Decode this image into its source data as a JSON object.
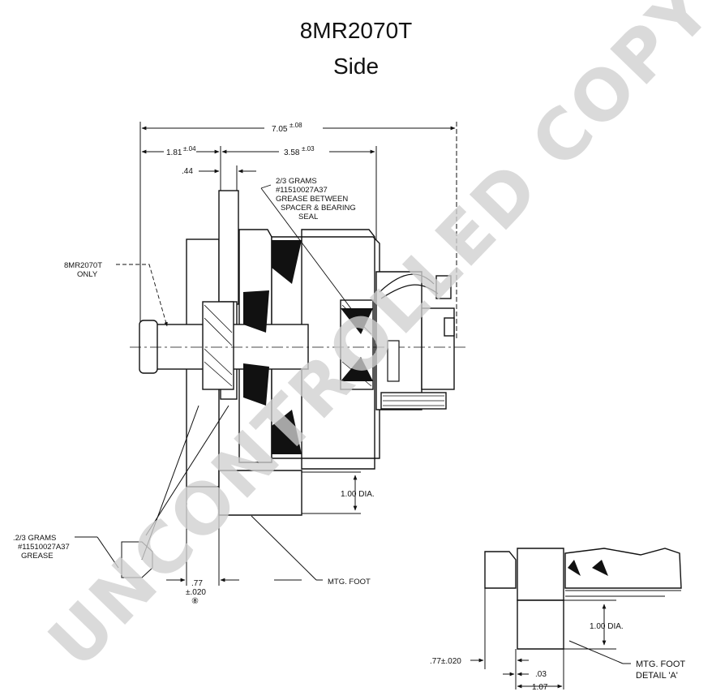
{
  "title": {
    "model": "8MR2070T",
    "view": "Side"
  },
  "dimensions": {
    "overall_length": "7.05",
    "overall_length_tol": "±.08",
    "front_offset": "1.81",
    "front_offset_tol": "±.04",
    "mid_length": "3.58",
    "mid_length_tol": "±.03",
    "pulley_offset": ".44",
    "foot_diameter": "1.00 DIA.",
    "foot_offset": ".77",
    "foot_offset_tol": "±.020",
    "foot_offset_note": "⑧",
    "detail_foot_diameter": "1.00 DIA.",
    "detail_foot_offset": ".77±.020",
    "detail_gap": ".03",
    "detail_width": "1.07"
  },
  "annotations": {
    "grease_top": [
      "2/3 GRAMS",
      "#11510027A37",
      "GREASE BETWEEN",
      "SPACER & BEARING",
      "SEAL"
    ],
    "model_only": [
      "8MR2070T",
      "ONLY"
    ],
    "grease_left": [
      ".2/3 GRAMS",
      "#11510027A37",
      "GREASE"
    ],
    "mtg_foot": "MTG. FOOT",
    "detail_a": [
      "MTG. FOOT",
      "DETAIL 'A'"
    ]
  },
  "watermark": "UNCONTROLLED COPY"
}
